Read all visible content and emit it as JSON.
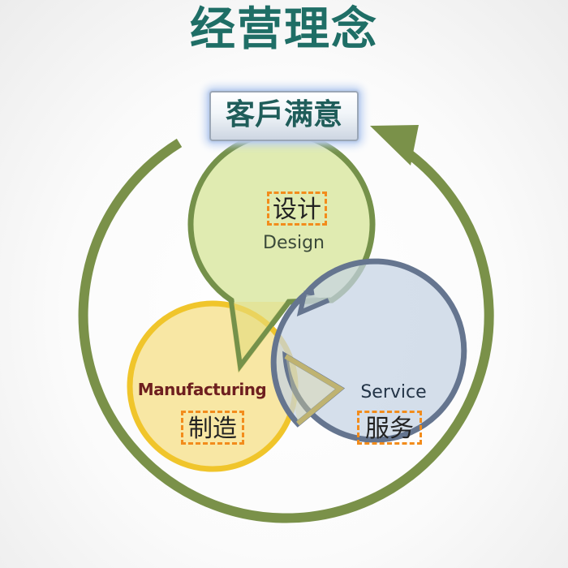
{
  "title": "经营理念",
  "center_badge": "客戶满意",
  "colors": {
    "title": "#1f6e66",
    "cycle_arrow": "#7a9149",
    "design_fill": "#dde9a8",
    "design_stroke": "#75914a",
    "manufacturing_fill": "#f6e08a",
    "manufacturing_stroke": "#f0c52b",
    "service_fill": "#c5d3e3",
    "service_stroke": "#65758f",
    "label_dash": "#f28c1c"
  },
  "circles": {
    "design": {
      "en": "Design",
      "cn": "设计"
    },
    "manufacturing": {
      "en": "Manufacturing",
      "cn": "制造"
    },
    "service": {
      "en": "Service",
      "cn": "服务"
    }
  }
}
